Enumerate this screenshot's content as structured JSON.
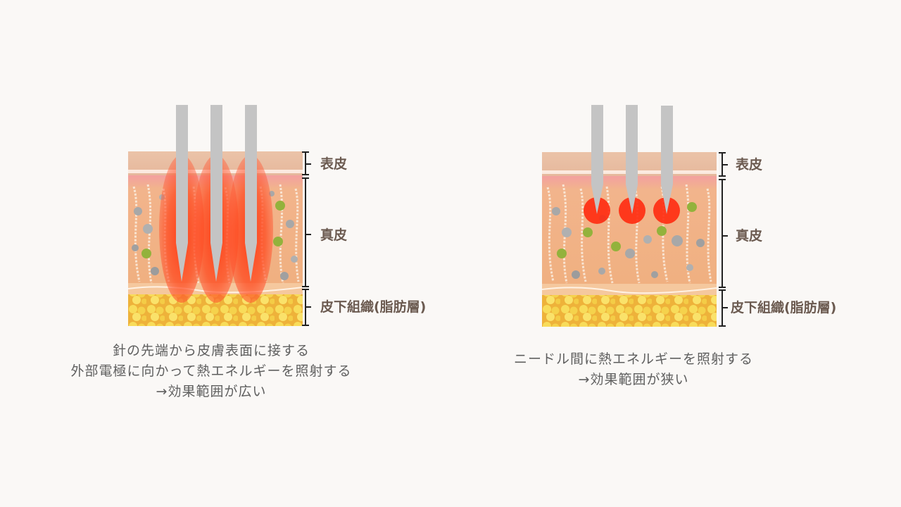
{
  "colors": {
    "background": "#faf8f6",
    "epidermis": "#e8c0a8",
    "dermis": "#f0b080",
    "fat": "#f2c640",
    "needle": "#c4c4c4",
    "heat": "#ff2a10",
    "label_text": "#6b5a50",
    "caption_text": "#5f5f5f"
  },
  "layers": {
    "epidermis": "表皮",
    "dermis": "真皮",
    "subcutaneous": "皮下組織(脂肪層)"
  },
  "left": {
    "caption": [
      "針の先端から皮膚表面に接する",
      "外部電極に向かって熱エネルギーを照射する",
      "→効果範囲が広い"
    ]
  },
  "right": {
    "caption": [
      "ニードル間に熱エネルギーを照射する",
      "→効果範囲が狭い"
    ]
  },
  "icons": {
    "needle": "needle-icon",
    "heat_zone": "heat-zone-icon",
    "bracket": "bracket-icon"
  }
}
